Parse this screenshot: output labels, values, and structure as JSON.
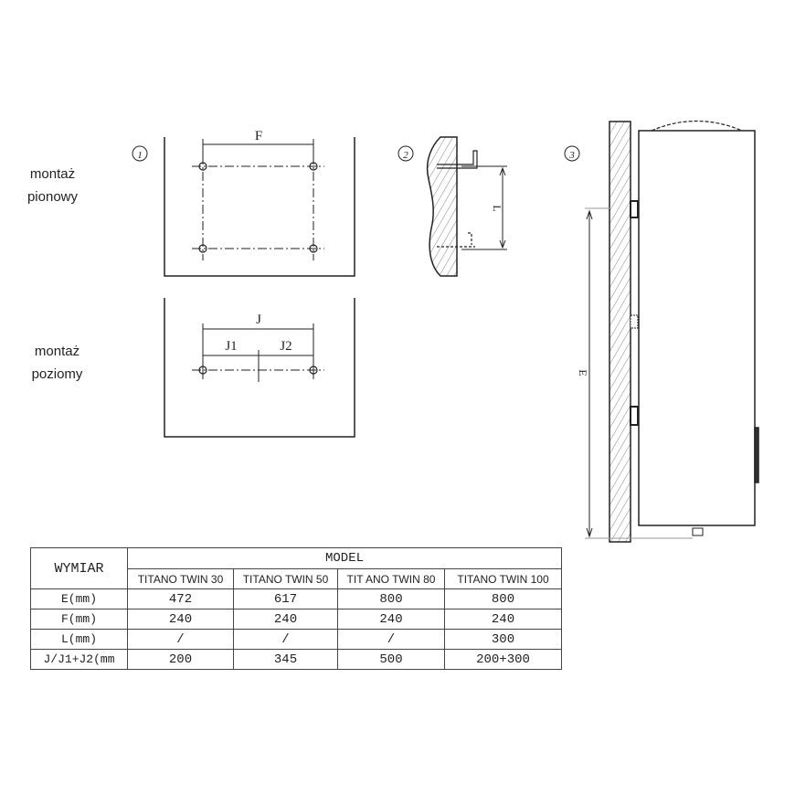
{
  "labels": {
    "vertical": [
      "montaż",
      "pionowy"
    ],
    "horizontal": [
      "montaż",
      "poziomy"
    ]
  },
  "diagram": {
    "step1": "1",
    "step2": "2",
    "step3": "3",
    "F": "F",
    "J": "J",
    "J1": "J1",
    "J2": "J2",
    "L": "L",
    "E": "E"
  },
  "table": {
    "dimension_header": "WYMIAR",
    "model_header": "MODEL",
    "models": [
      "TITANO TWIN 30",
      "TITANO TWIN 50",
      "TIT ANO TWIN 80",
      "TITANO TWIN 100"
    ],
    "rows": [
      {
        "label": "E(mm)",
        "values": [
          "472",
          "617",
          "800",
          "800"
        ]
      },
      {
        "label": "F(mm)",
        "values": [
          "240",
          "240",
          "240",
          "240"
        ]
      },
      {
        "label": "L(mm)",
        "values": [
          "/",
          "/",
          "/",
          "300"
        ]
      },
      {
        "label": "J/J1+J2(mm",
        "values": [
          "200",
          "345",
          "500",
          "200+300"
        ]
      }
    ]
  }
}
